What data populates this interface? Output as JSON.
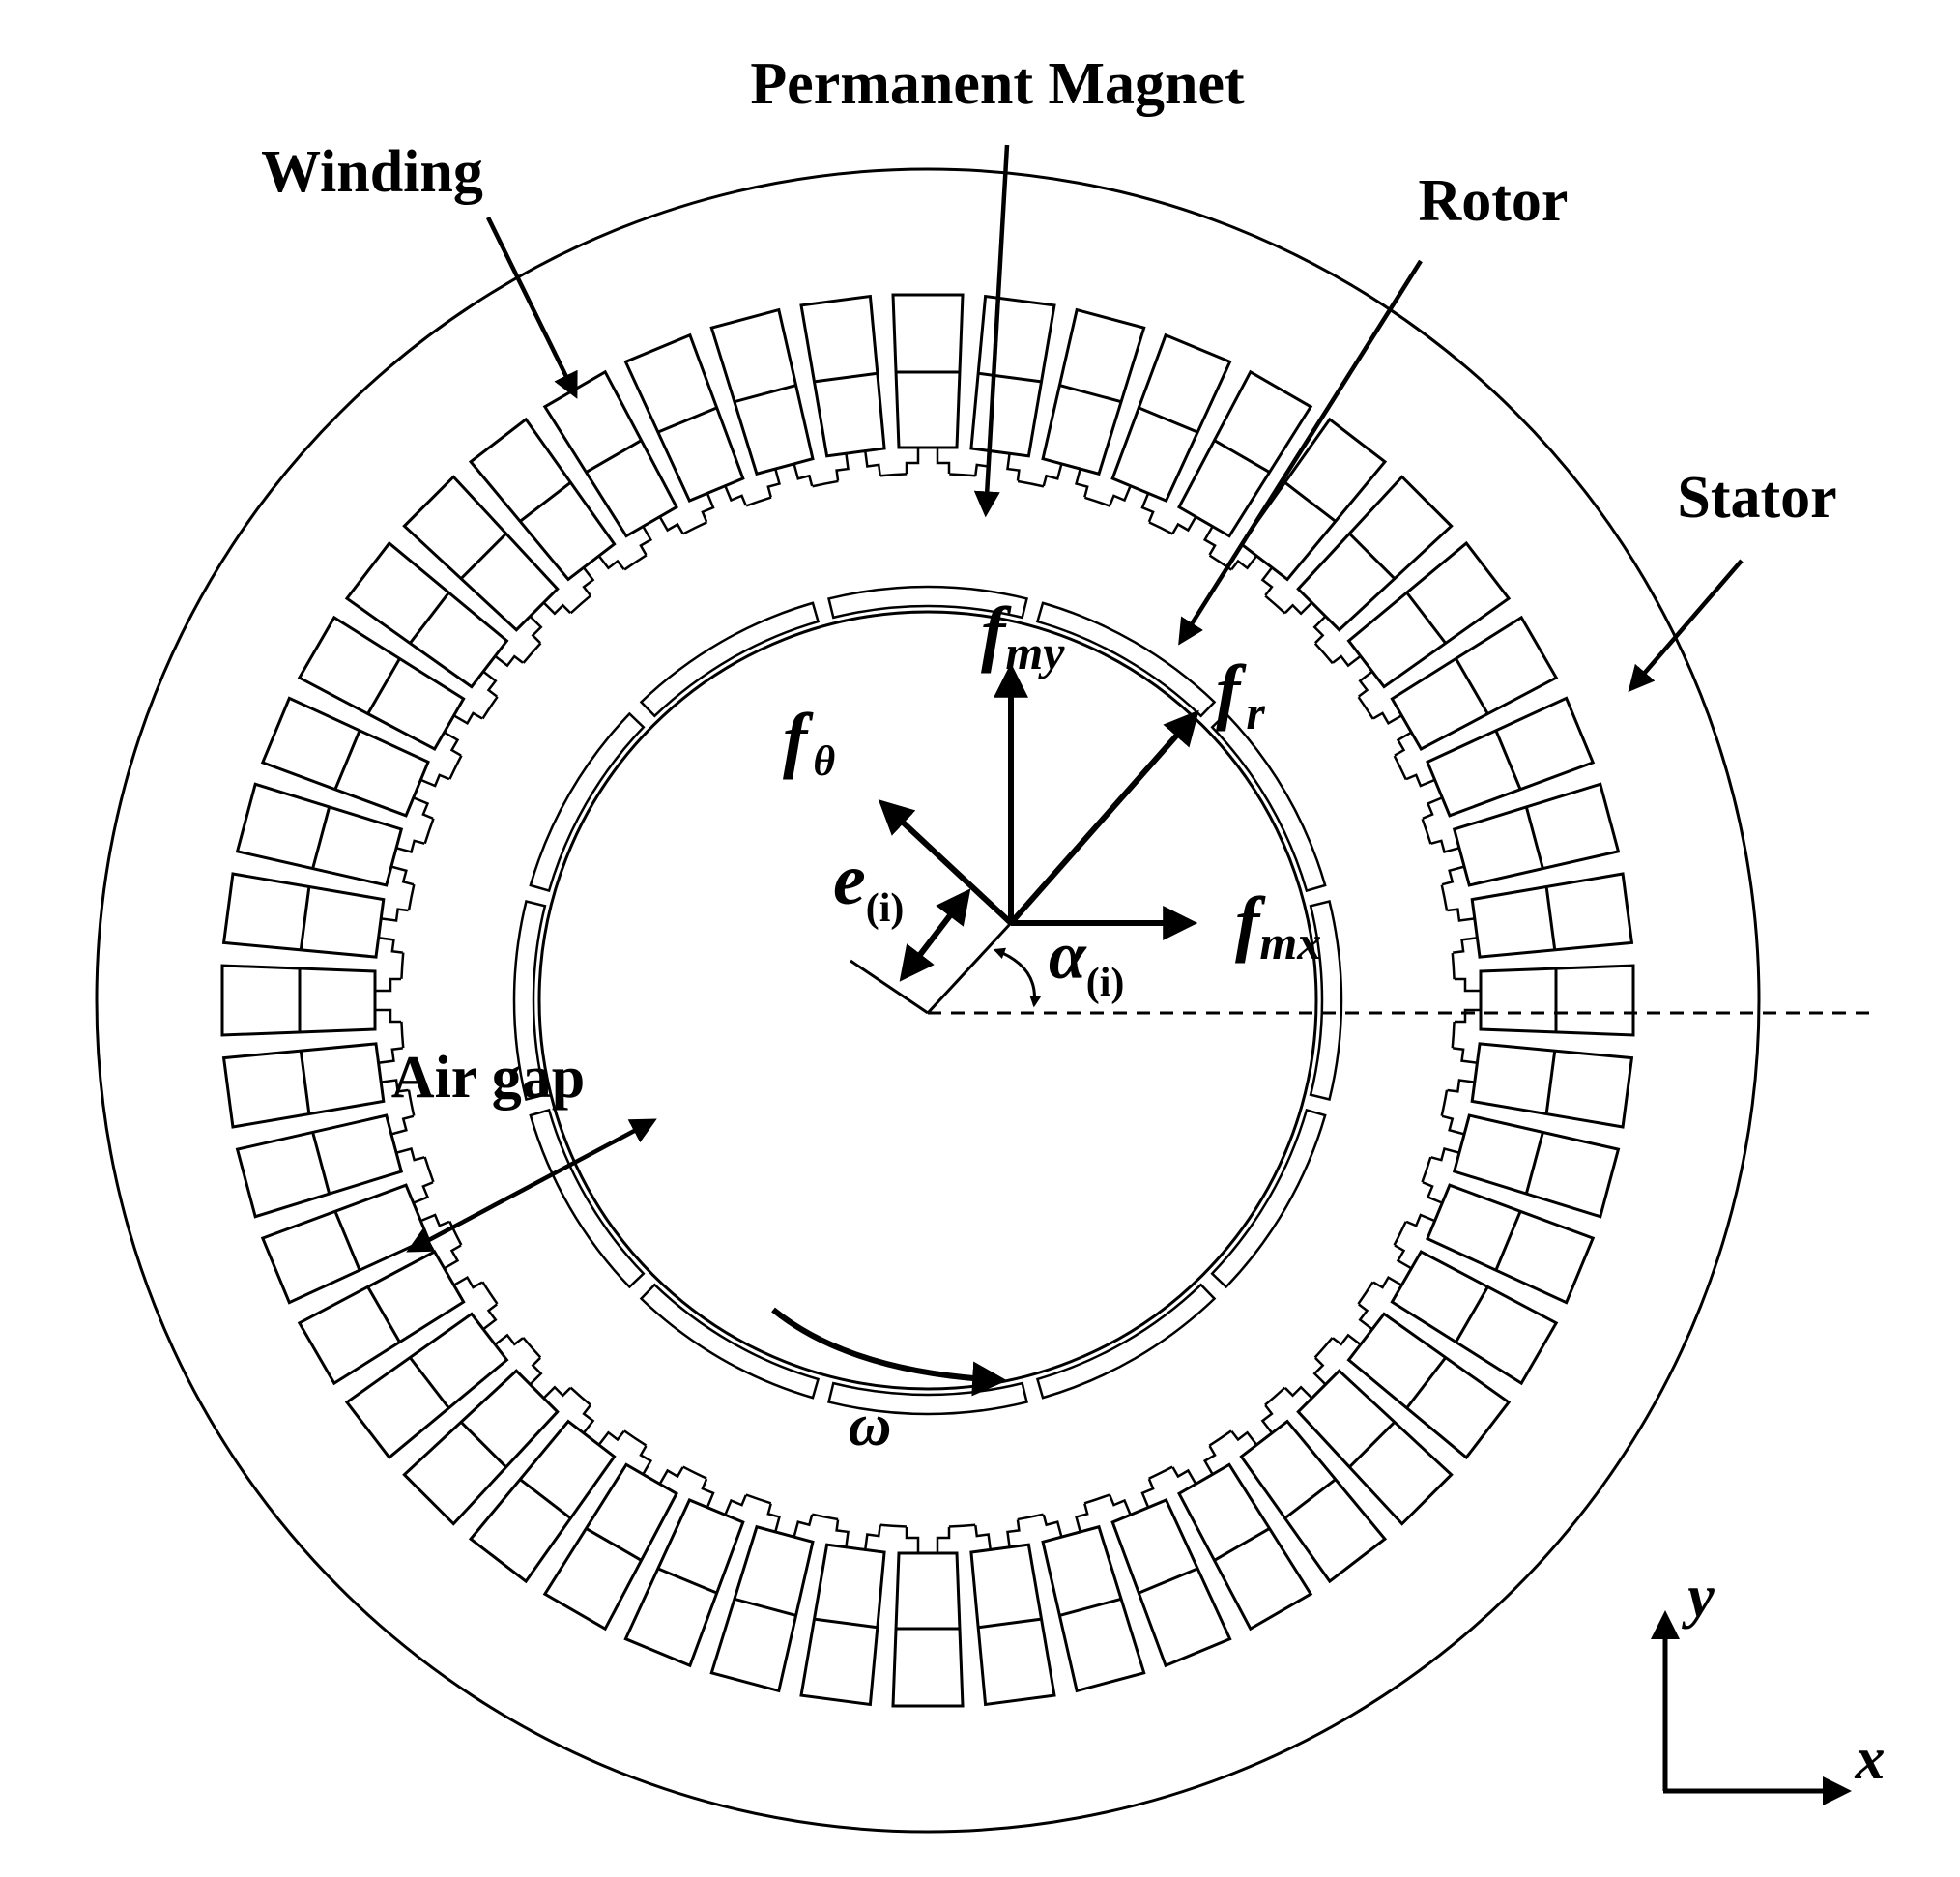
{
  "labels": {
    "permanent_magnet": "Permanent Magnet",
    "winding": "Winding",
    "rotor": "Rotor",
    "stator": "Stator",
    "air_gap": "Air gap"
  },
  "symbols": {
    "f_my": {
      "base": "f",
      "sub": "my"
    },
    "f_r": {
      "base": "f",
      "sub": "r"
    },
    "f_theta": {
      "base": "f",
      "sub": "θ"
    },
    "e_i": {
      "base": "e",
      "sub": "(i)"
    },
    "f_mx": {
      "base": "f",
      "sub": "mx"
    },
    "alpha_i": {
      "base": "α",
      "sub": "(i)"
    },
    "omega": "ω",
    "axis_x": "x",
    "axis_y": "y"
  },
  "geometry_semantics": {
    "stator_slot_count": 48,
    "magnet_segment_count": 12
  },
  "colors": {
    "stroke": "#000000",
    "background": "#ffffff"
  }
}
